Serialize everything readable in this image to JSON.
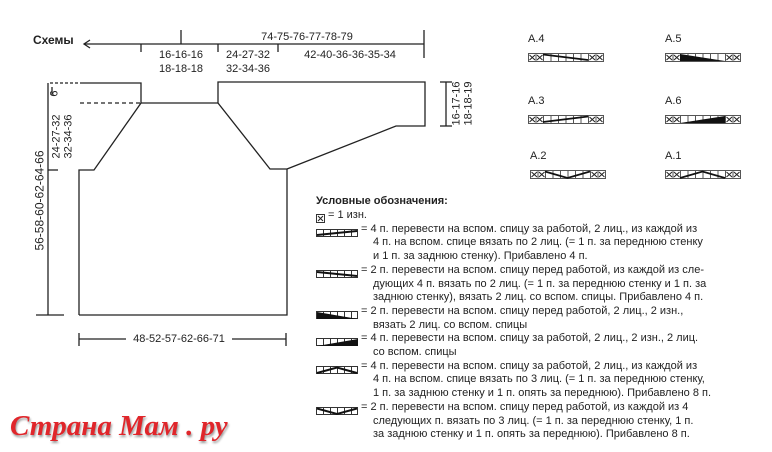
{
  "title": "Схемы",
  "dims": {
    "top_total": "74-75-76-77-78-79",
    "top_a1": "16-16-16",
    "top_a2": "18-18-18",
    "top_b1": "24-27-32",
    "top_b2": "32-34-36",
    "top_c": "42-40-36-36-35-34",
    "left_total": "56-58-60-62-64-66",
    "left_small": "6",
    "left_mid1": "24-27-32",
    "left_mid2": "32-34-36",
    "right1": "16-17-16",
    "right2": "18-18-19",
    "bottom": "48-52-57-62-66-71"
  },
  "charts": [
    {
      "label": "A.4"
    },
    {
      "label": "A.5"
    },
    {
      "label": "A.3"
    },
    {
      "label": "A.6"
    },
    {
      "label": "A.2"
    },
    {
      "label": "A.1"
    }
  ],
  "legend": {
    "title": "Условные обозначения:",
    "items": [
      {
        "lines": [
          "= 1 изн."
        ]
      },
      {
        "lines": [
          "= 4 п. перевести на вспом. спицу за работой, 2 лиц., из каждой из",
          "4 п. на вспом. спице вязать по 2 лиц. (= 1 п. за переднюю стенку",
          "и 1 п. за заднюю стенку). Прибавлено 4 п."
        ]
      },
      {
        "lines": [
          "= 2 п. перевести на вспом. спицу перед работой, из каждой из сле-",
          "дующих 4 п. вязать по 2 лиц. (= 1 п. за переднюю стенку и 1 п. за",
          "заднюю стенку), вязать 2 лиц. со вспом. спицы. Прибавлено 4 п."
        ]
      },
      {
        "lines": [
          "= 2 п. перевести на вспом. спицу перед работой, 2 лиц., 2 изн.,",
          "вязать 2 лиц. со вспом. спицы"
        ]
      },
      {
        "lines": [
          "= 4 п. перевести на вспом. спицу за работой, 2 лиц., 2 изн., 2 лиц.",
          "со вспом. спицы"
        ]
      },
      {
        "lines": [
          "= 4 п. перевести на вспом. спицу за работой, 2 лиц., из каждой из",
          "4 п. на вспом. спице вязать по 3 лиц. (= 1 п. за переднюю стенку,",
          "1 п. за заднюю стенку и 1 п. опять за переднюю). Прибавлено 8 п."
        ]
      },
      {
        "lines": [
          "= 2 п. перевести на вспом. спицу перед работой, из каждой из 4",
          "следующих п. вязать по 3 лиц. (= 1 п. за переднюю стенку, 1 п.",
          "за заднюю стенку и 1 п. опять за переднюю). Прибавлено 8 п."
        ]
      }
    ]
  },
  "watermark": "Страна Мам . ру"
}
